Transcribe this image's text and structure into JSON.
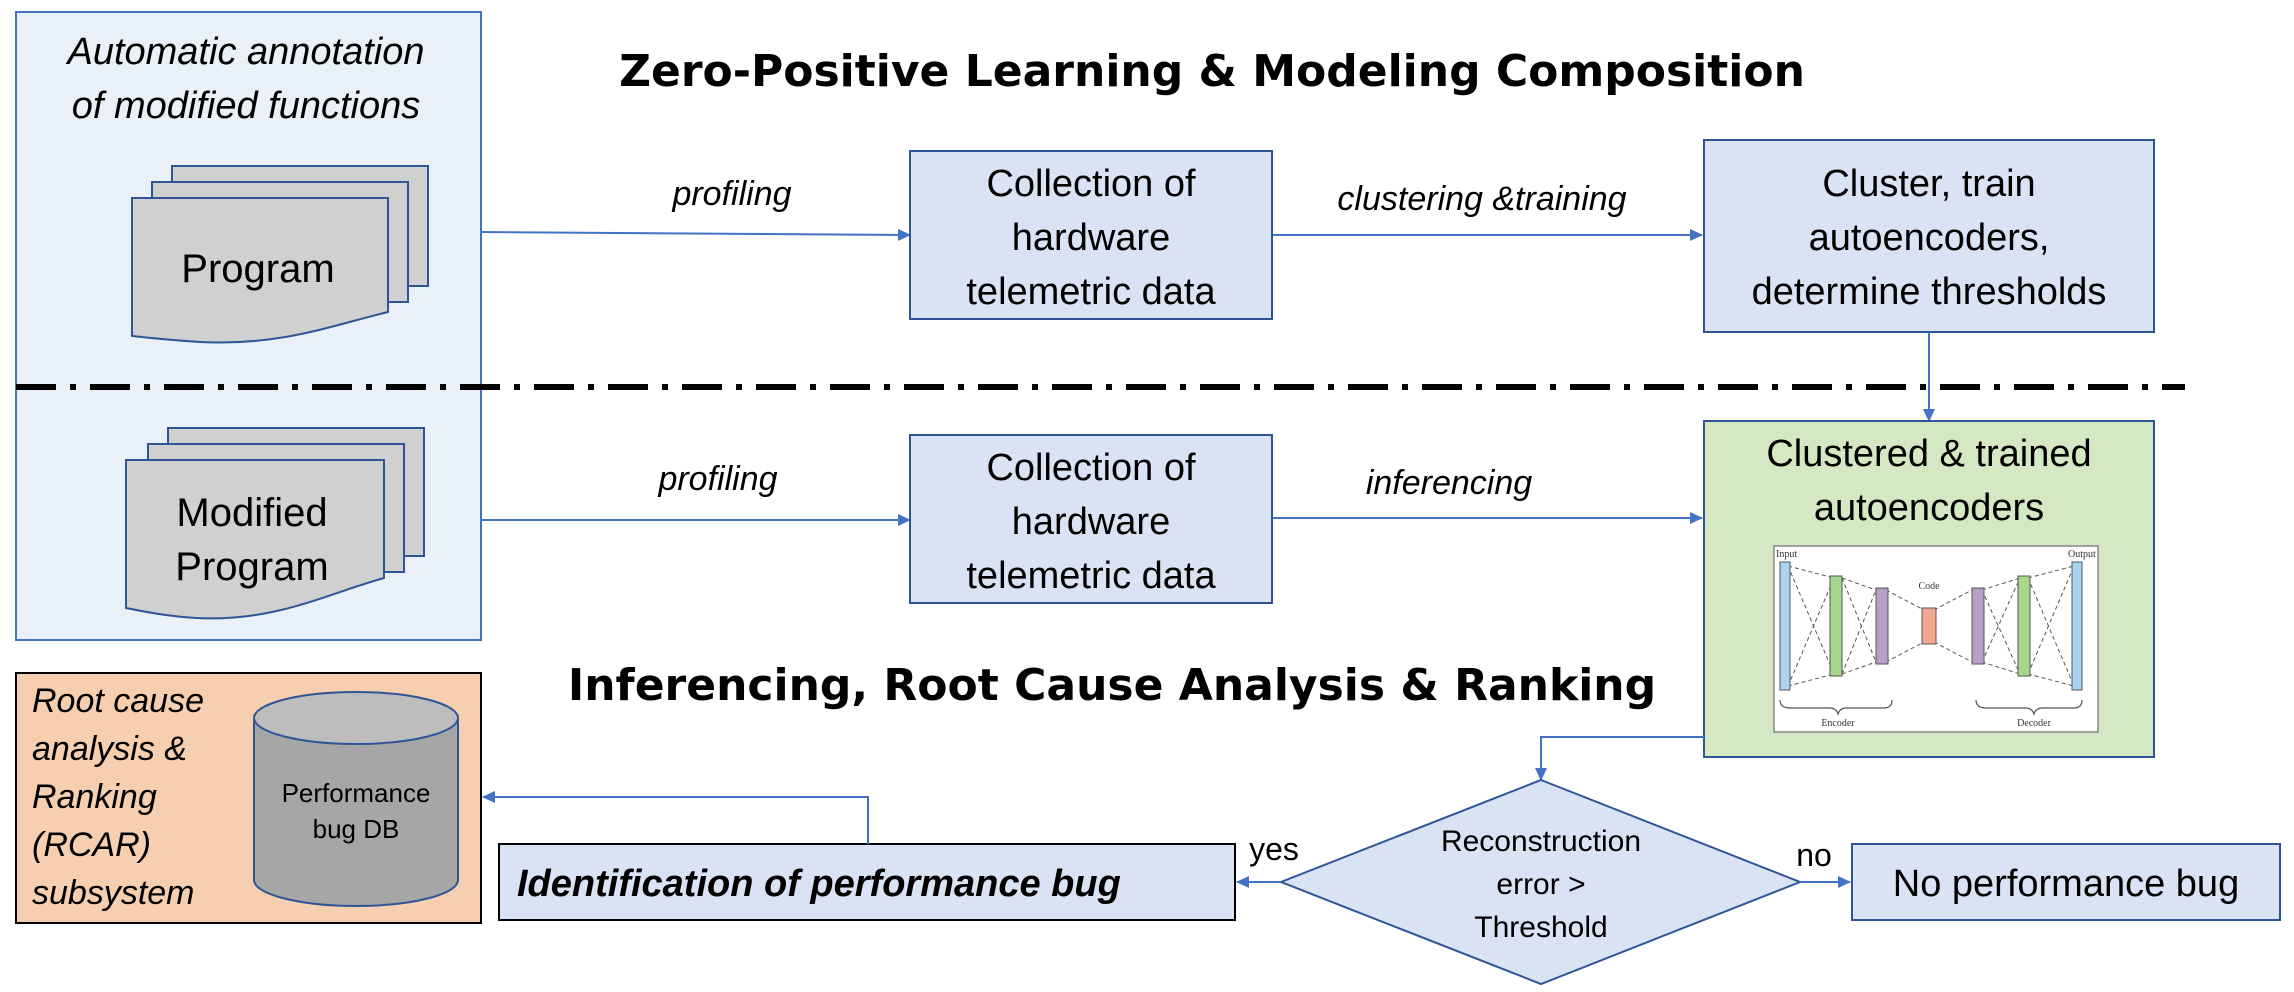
{
  "titles": {
    "top": "Zero-Positive Learning & Modeling Composition",
    "bottom": "Inferencing, Root Cause Analysis & Ranking"
  },
  "annotation_panel": {
    "line1": "Automatic annotation",
    "line2": "of modified functions"
  },
  "program_doc": {
    "label": "Program"
  },
  "modified_program_doc": {
    "line1": "Modified",
    "line2": "Program"
  },
  "edges": {
    "profiling_top": "profiling",
    "clustering_training": "clustering &training",
    "profiling_bottom": "profiling",
    "inferencing": "inferencing",
    "yes": "yes",
    "no": "no"
  },
  "collection_top": {
    "line1": "Collection of",
    "line2": "hardware",
    "line3": "telemetric data"
  },
  "collection_bottom": {
    "line1": "Collection of",
    "line2": "hardware",
    "line3": "telemetric data"
  },
  "cluster_train": {
    "line1": "Cluster, train",
    "line2": "autoencoders,",
    "line3": "determine thresholds"
  },
  "trained": {
    "line1": "Clustered & trained",
    "line2": "autoencoders",
    "figure": {
      "input": "Input",
      "output": "Output",
      "code": "Code",
      "encoder": "Encoder",
      "decoder": "Decoder"
    }
  },
  "decision": {
    "line1": "Reconstruction",
    "line2": "error >",
    "line3": "Threshold"
  },
  "identification": {
    "label": "Identification of performance bug"
  },
  "no_bug": {
    "label": "No performance bug"
  },
  "rcar": {
    "line1": "Root cause",
    "line2": "analysis &",
    "line3": "Ranking",
    "line4": "(RCAR)",
    "line5": "subsystem"
  },
  "db": {
    "line1": "Performance",
    "line2": "bug DB"
  },
  "colors": {
    "panel_fill": "#EAF0F8",
    "panel_stroke": "#4472C4",
    "box_fill": "#DAE3F3",
    "box_stroke": "#2F5597",
    "green_fill": "#D5E8C4",
    "orange_fill": "#F6CFB0",
    "doc_fill": "#D0D0D0",
    "db_fill": "#A6A6A6",
    "arrow": "#4472C4"
  }
}
